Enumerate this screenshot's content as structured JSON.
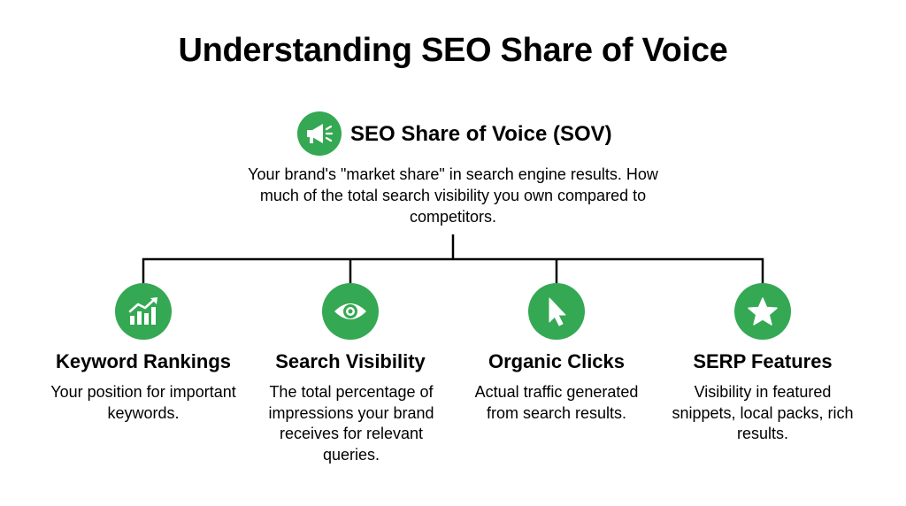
{
  "title": "Understanding SEO Share of Voice",
  "main_node": {
    "heading": "SEO Share of Voice (SOV)",
    "description": "Your brand's \"market share\" in search engine results. How much of the total search visibility you own compared to competitors.",
    "icon": "megaphone-icon"
  },
  "nodes": [
    {
      "title": "Keyword Rankings",
      "description": "Your position for important keywords.",
      "icon": "bar-chart-trending-up-icon"
    },
    {
      "title": "Search Visibility",
      "description": "The total percentage of impressions your brand receives for relevant queries.",
      "icon": "eye-icon"
    },
    {
      "title": "Organic Clicks",
      "description": "Actual traffic generated from search results.",
      "icon": "cursor-arrow-icon"
    },
    {
      "title": "SERP Features",
      "description": "Visibility in featured snippets, local packs, rich results.",
      "icon": "star-icon"
    }
  ],
  "colors": {
    "accent": "#34a853",
    "text": "#000000",
    "connector": "#000000"
  }
}
